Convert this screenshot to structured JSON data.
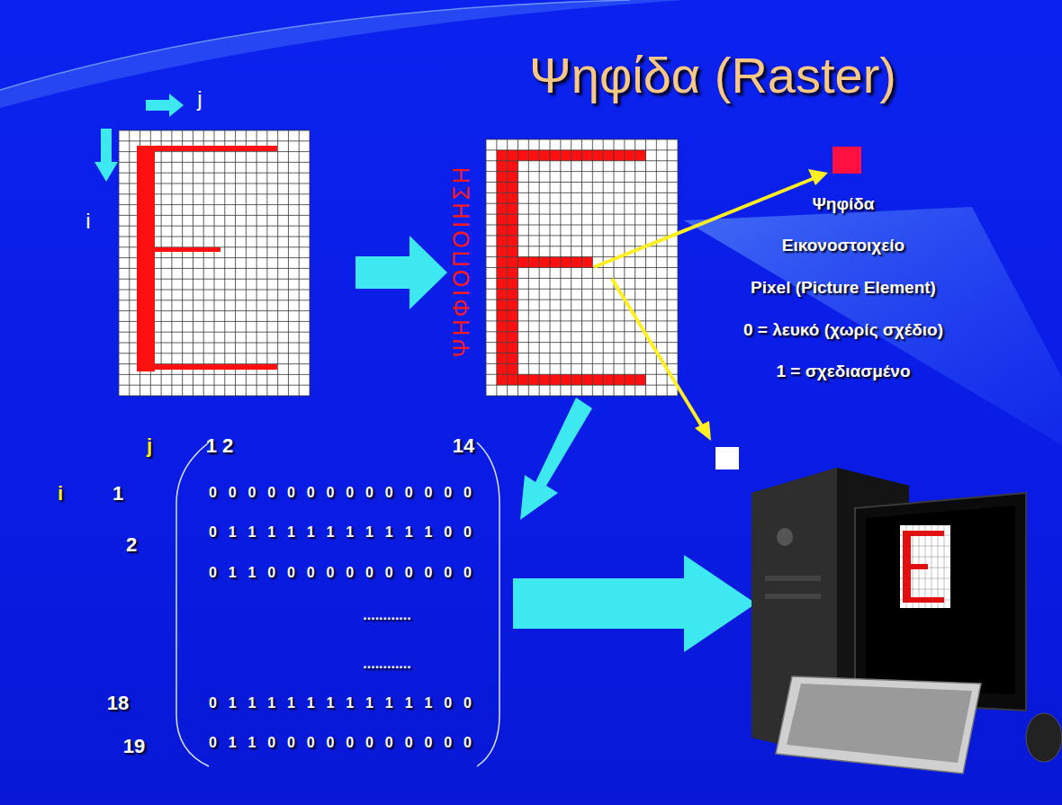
{
  "diagram": {
    "title": "Ψηφίδα (Raster)",
    "labels": [
      "j",
      "i",
      "ΨΗΦΙΟΠΟΙΗΣΗ",
      "Ψηφίδα",
      "Εικονοστοιχείο",
      "Pixel (Picture Element)",
      "0 = λευκό (χωρίς σχέδιο)",
      "1 = σχεδιασμένο",
      "j",
      "1 2",
      "14",
      "i",
      "1",
      "2",
      "18",
      "19",
      "0 0 0 0 0 0 0 0 0 0 0 0 0 0",
      "0 1 1 1 1 1 1 1 1 1 1 1 0 0",
      "0 1 1 0 0 0 0 0 0 0 0 0 0 0",
      "............",
      "............",
      "0 1 1 1 1 1 1 1 1 1 1 1 0 0",
      "0 1 1 0 0 0 0 0 0 0 0 0 0 0"
    ]
  }
}
